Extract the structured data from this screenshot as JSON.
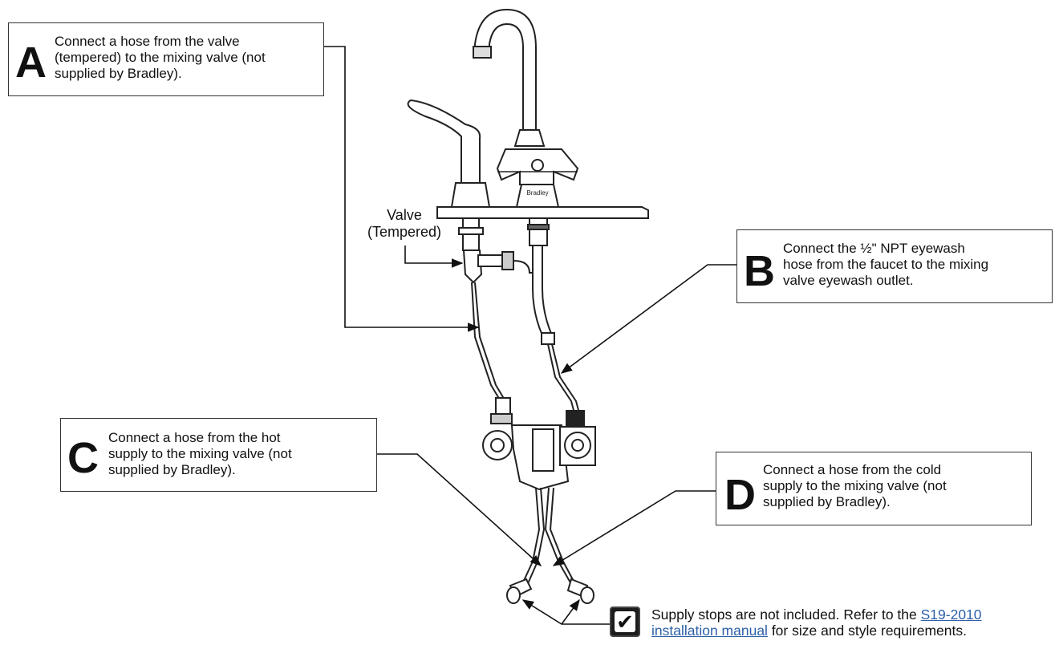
{
  "callouts": {
    "a": {
      "letter": "A",
      "line1": "Connect a hose from the valve",
      "line2": "(tempered) to the mixing valve (not",
      "line3": "supplied by Bradley)."
    },
    "b": {
      "letter": "B",
      "line1": "Connect the ½\" NPT eyewash",
      "line2": "hose from the faucet to the mixing",
      "line3": "valve eyewash outlet."
    },
    "c": {
      "letter": "C",
      "line1": "Connect a hose from the hot",
      "line2": "supply to the mixing valve (not",
      "line3": "supplied by Bradley)."
    },
    "d": {
      "letter": "D",
      "line1": "Connect a hose from the cold",
      "line2": "supply to the mixing valve (not",
      "line3": "supplied by Bradley)."
    }
  },
  "valve_label": {
    "line1": "Valve",
    "line2": "(Tempered)"
  },
  "faucet_brand": "Bradley",
  "note": {
    "checkmark": "✔",
    "line1_prefix": "Supply stops are not included. Refer to the ",
    "link_part1": "S19-2010",
    "link_part2": "installation manual",
    "line2_suffix": " for size and style requirements."
  }
}
